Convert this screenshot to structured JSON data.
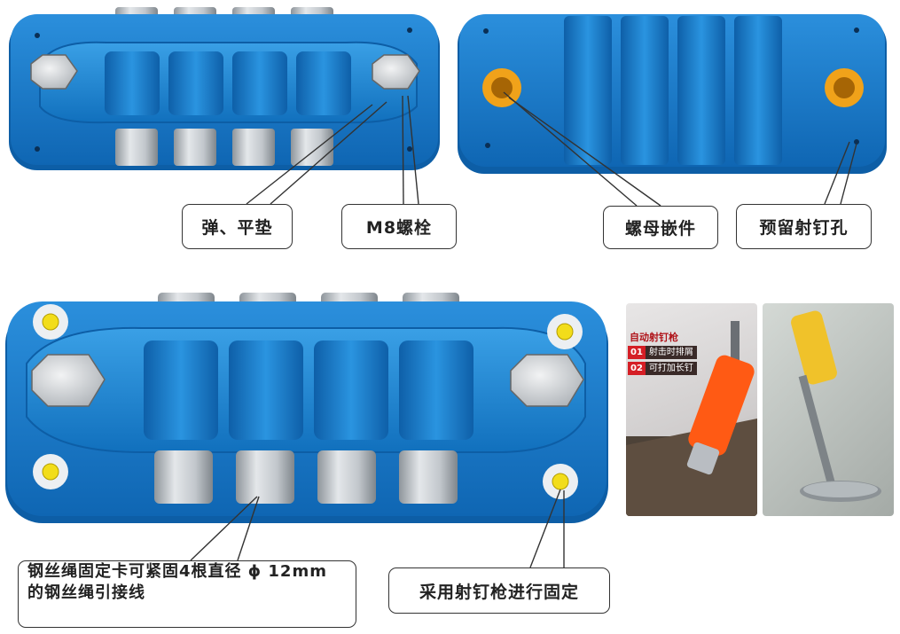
{
  "labels": {
    "washer": "弹、平垫",
    "bolt": "M8螺栓",
    "nut_insert": "螺母嵌件",
    "reserved_hole": "预留射钉孔",
    "clamp_desc_line1": "钢丝绳固定卡可紧固4根直径 ϕ 12mm",
    "clamp_desc_line2": "的钢丝绳引接线",
    "nail_gun_fix": "采用射钉枪进行固定"
  },
  "nail_gun_ad": {
    "title": "自动射钉枪",
    "features": [
      {
        "num": "01",
        "text": "射击时排屑"
      },
      {
        "num": "02",
        "text": "可打加长钉"
      }
    ]
  },
  "colors": {
    "body_blue": "#1a7fd0",
    "body_dark": "#0d5ea6",
    "metal": "#c9cdd1",
    "insert_orange": "#f0a21a",
    "nail_yellow": "#f2dd1a"
  }
}
